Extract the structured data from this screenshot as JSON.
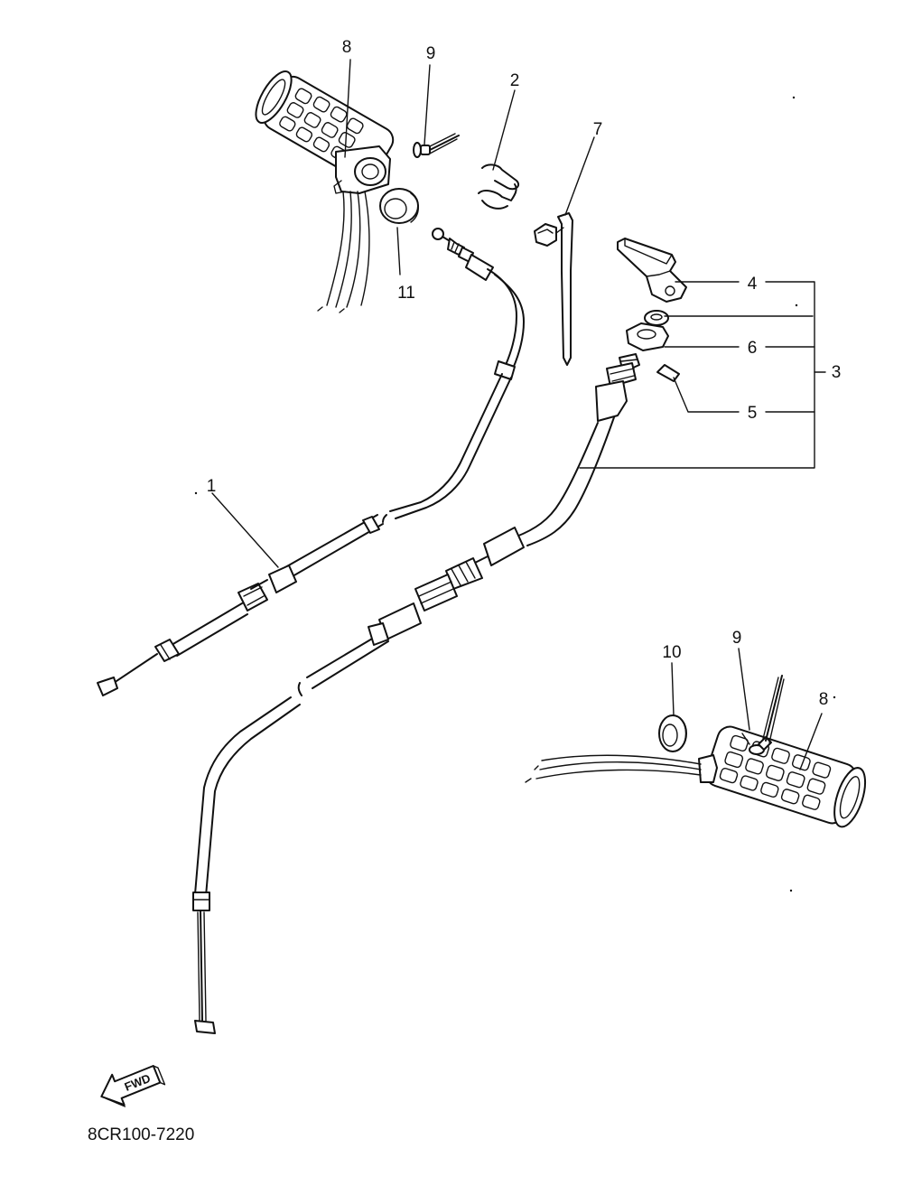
{
  "callouts": {
    "c1": "1",
    "c2": "2",
    "c3": "3",
    "c4": "4",
    "c5": "5",
    "c6": "6",
    "c7": "7",
    "c8_top": "8",
    "c8_bottom": "8",
    "c9_top": "9",
    "c9_bottom": "9",
    "c10": "10",
    "c11": "11"
  },
  "forward_arrow_label": "FWD",
  "drawing_code": "8CR100-7220"
}
